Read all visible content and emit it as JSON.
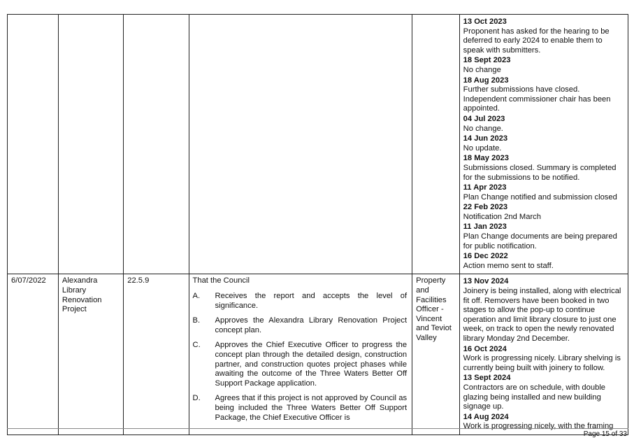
{
  "rows": [
    {
      "date": "",
      "project": "",
      "resolution": "",
      "intro": "",
      "items": [],
      "officer": "",
      "updates": [
        {
          "date": "13 Oct 2023",
          "text": "Proponent has asked for the hearing to be deferred to early 2024 to enable them to speak with submitters."
        },
        {
          "date": "18 Sept 2023",
          "text": "No change"
        },
        {
          "date": "18 Aug 2023",
          "text": "Further submissions have closed. Independent commissioner chair has been appointed."
        },
        {
          "date": "04 Jul 2023",
          "text": "No change."
        },
        {
          "date": "14 Jun 2023",
          "text": "No update."
        },
        {
          "date": "18 May 2023",
          "text": "Submissions closed. Summary is completed for the submissions to be notified."
        },
        {
          "date": "11 Apr 2023",
          "text": "Plan Change notified and submission closed"
        },
        {
          "date": "22 Feb 2023",
          "text": "Notification 2nd March"
        },
        {
          "date": "11 Jan 2023",
          "text": "Plan Change documents are being prepared for public notification."
        },
        {
          "date": "16 Dec 2022",
          "text": "Action memo sent to staff."
        }
      ]
    },
    {
      "date": "6/07/2022",
      "project": "Alexandra Library Renovation Project",
      "resolution": "22.5.9",
      "intro": "That the Council",
      "items": [
        {
          "letter": "A.",
          "text": "Receives the report and accepts the level of significance."
        },
        {
          "letter": "B.",
          "text": "Approves the Alexandra Library Renovation Project concept plan."
        },
        {
          "letter": "C.",
          "text": "Approves the Chief Executive Officer to progress the concept plan through the detailed design, construction partner, and construction quotes project phases while awaiting the outcome of the Three Waters Better Off Support Package application."
        },
        {
          "letter": "D.",
          "text": "Agrees that if this project is not approved by Council as being included the Three Waters Better Off Support Package, the Chief Executive Officer is"
        }
      ],
      "officer": "Property and Facilities Officer - Vincent and Teviot Valley",
      "updates": [
        {
          "date": "13 Nov 2024",
          "text": "Joinery is being installed, along with electrical fit off. Removers have been booked in two stages to allow the pop-up to continue operation and limit library closure to just one week, on track to open the newly renovated library Monday 2nd December."
        },
        {
          "date": "16 Oct 2024",
          "text": "Work is progressing nicely. Library shelving is currently being built with joinery to follow."
        },
        {
          "date": "13 Sept 2024",
          "text": "Contractors are on schedule, with double glazing being installed and new building signage up."
        },
        {
          "date": "14 Aug 2024",
          "text": "Work is progressing nicely, with the framing"
        }
      ]
    }
  ],
  "footer": {
    "page": "Page 15 of 33"
  }
}
